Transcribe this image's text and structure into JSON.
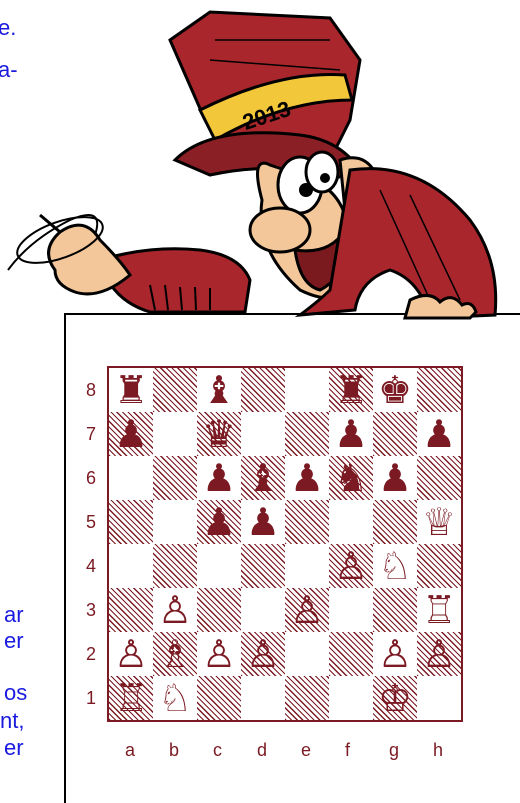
{
  "text_fragments": {
    "line1": "e.",
    "line2": "a-",
    "line3": "ar",
    "line4": "er",
    "line5": "os",
    "line6": "nt,",
    "line7": "er"
  },
  "mascot": {
    "hat_label": "2013"
  },
  "board": {
    "rank_labels": [
      "8",
      "7",
      "6",
      "5",
      "4",
      "3",
      "2",
      "1"
    ],
    "file_labels": [
      "a",
      "b",
      "c",
      "d",
      "e",
      "f",
      "g",
      "h"
    ],
    "pieces": {
      "a8": "♜",
      "c8": "♝",
      "f8": "♜",
      "g8": "♚",
      "a7": "♟",
      "c7": "♛",
      "f7": "♟",
      "h7": "♟",
      "c6": "♟",
      "d6": "♝",
      "e6": "♟",
      "f6": "♞",
      "g6": "♟",
      "c5": "♟",
      "d5": "♟",
      "h5": "♕",
      "f4": "♙",
      "g4": "♘",
      "b3": "♙",
      "e3": "♙",
      "h3": "♖",
      "a2": "♙",
      "b2": "♗",
      "c2": "♙",
      "d2": "♙",
      "g2": "♙",
      "h2": "♙",
      "a1": "♖",
      "b1": "♘",
      "g1": "♔"
    }
  },
  "colors": {
    "board_dark": "#7b1a22",
    "text_blue": "#1a1ae0"
  }
}
